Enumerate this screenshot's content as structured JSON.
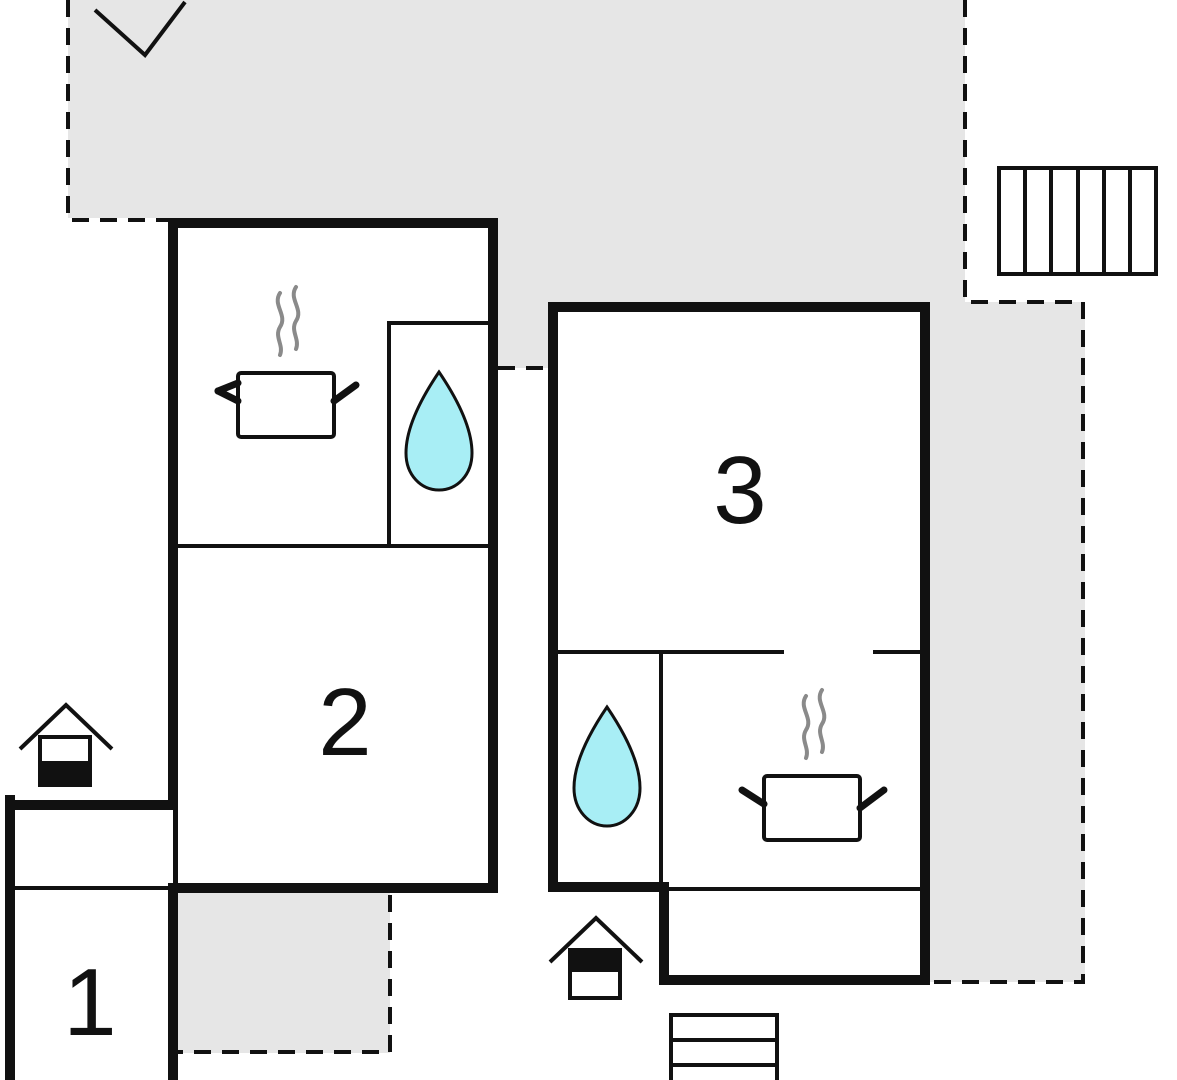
{
  "rooms": [
    {
      "id": "1",
      "label": "1"
    },
    {
      "id": "2",
      "label": "2"
    },
    {
      "id": "3",
      "label": "3"
    }
  ],
  "icons": {
    "kitchen": "cooking-pot-icon",
    "bathroom": "water-drop-icon",
    "entrance": "house-entrance-icon",
    "stairs": "stairs-icon",
    "north": "north-arrow-icon"
  },
  "colors": {
    "terrace": "#e6e6e6",
    "wall": "#111111",
    "water": "#a8eef5",
    "steam": "#8a8a8a"
  }
}
